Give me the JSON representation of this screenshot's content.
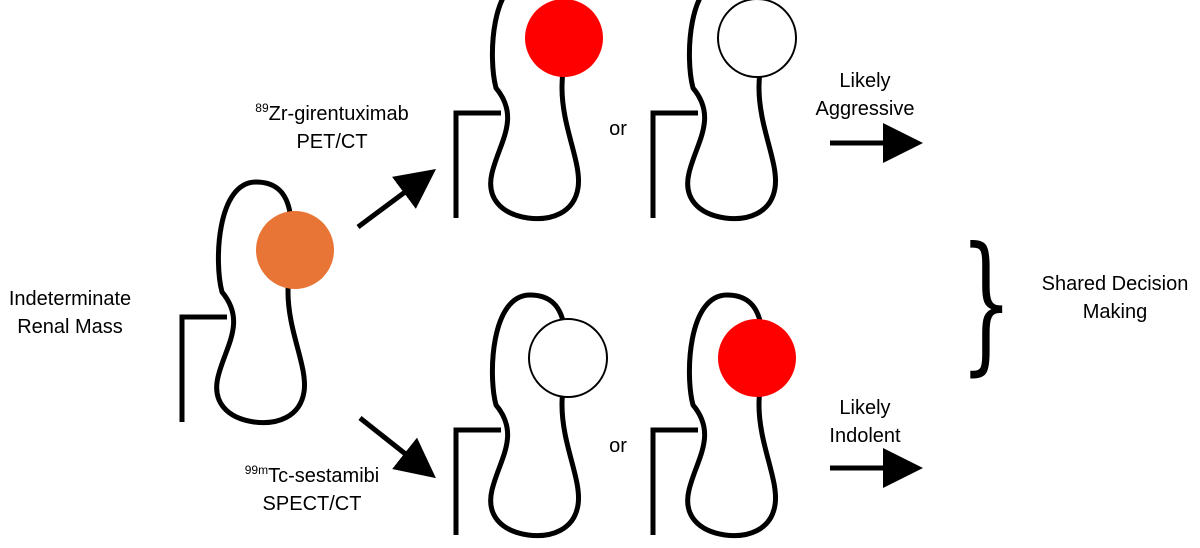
{
  "colors": {
    "background": "#ffffff",
    "stroke": "#000000",
    "indeterminate_mass": "#e87535",
    "avid_mass": "#ff0000",
    "non_avid_mass": "#ffffff"
  },
  "labels": {
    "start": {
      "line1": "Indeterminate",
      "line2": "Renal Mass"
    },
    "top_tracer": {
      "isotope": "89",
      "name": "Zr-girentuximab",
      "modality": "PET/CT"
    },
    "bottom_tracer": {
      "isotope": "99m",
      "name": "Tc-sestamibi",
      "modality": "SPECT/CT"
    },
    "or_top": "or",
    "or_bottom": "or",
    "top_outcome": {
      "line1": "Likely",
      "line2": "Aggressive"
    },
    "bottom_outcome": {
      "line1": "Likely",
      "line2": "Indolent"
    },
    "brace": "}",
    "decision": {
      "line1": "Shared Decision",
      "line2": "Making"
    }
  },
  "icons": {
    "kidney": "kidney-icon",
    "mass": "mass-circle-icon",
    "arrow": "arrow-icon"
  }
}
